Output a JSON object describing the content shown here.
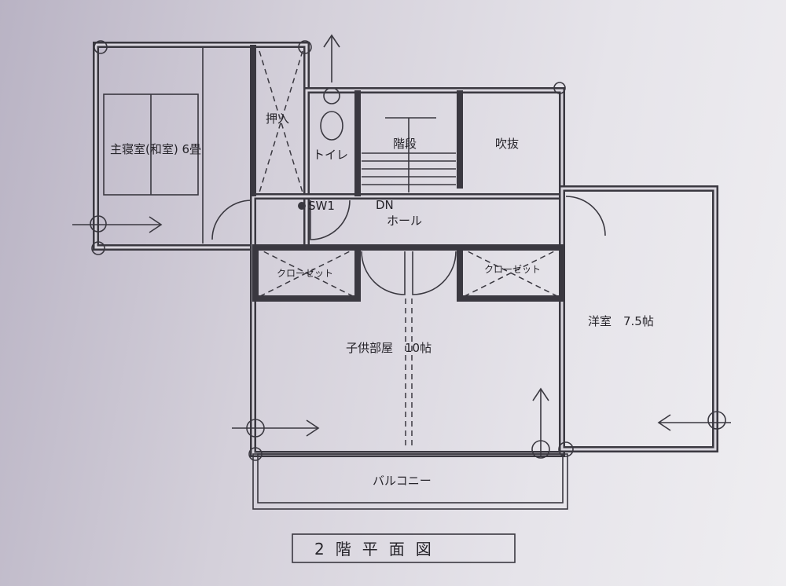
{
  "plan": {
    "title": "2階平面図",
    "rooms": {
      "master_bedroom": "主寝室(和室) 6畳",
      "oshiire": "押入",
      "toilet": "トイレ",
      "stairs": "階段",
      "fukinuke": "吹抜",
      "switch": "SW1",
      "down": "DN",
      "hall": "ホール",
      "closet_left": "クローゼット",
      "closet_right": "クローゼット",
      "kids_room": "子供部屋　10帖",
      "western_room": "洋室　7.5帖",
      "balcony": "バルコニー"
    }
  }
}
